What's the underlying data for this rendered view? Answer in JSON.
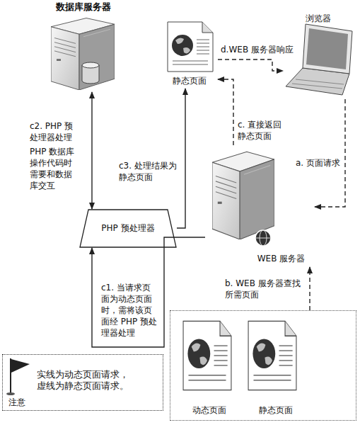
{
  "diagram": {
    "nodes": [
      {
        "text": [
          "数据库服务器"
        ]
      },
      {
        "text": [
          "静态页面"
        ]
      },
      {
        "text": [
          "浏览器"
        ]
      },
      {
        "text": [
          "PHP 预处理器"
        ]
      },
      {
        "text": [
          "WEB 服务器"
        ]
      },
      {
        "text": []
      },
      {
        "text": [
          "动态页面"
        ],
        "in": 5
      },
      {
        "text": [
          "静态页面"
        ],
        "in": 5
      },
      {
        "text": [
          "注意",
          "实线为动态页面请求，虚线为静态页面请求。"
        ]
      }
    ],
    "edges": [
      {
        "from": 0,
        "to": 3,
        "arrow": "both",
        "label": "c2. PHP 预处理器处理"
      },
      {
        "from": 3,
        "to": 1,
        "arrow": "to",
        "label": "c3. 处理结果为静态页面"
      },
      {
        "from": 4,
        "to": 1,
        "arrow": "to",
        "label": "c. 直接返回静态页面"
      },
      {
        "from": 1,
        "to": 2,
        "arrow": "to",
        "label": "d.WEB 服务器响应"
      },
      {
        "from": 2,
        "to": 4,
        "arrow": "to",
        "label": "a. 页面请求"
      },
      {
        "from": 5,
        "to": 4,
        "arrow": "to",
        "label": "b. WEB 服务器查找所需页面"
      },
      {
        "from": 4,
        "to": 3,
        "arrow": "to",
        "label": "c1. 当请求页面为动态页面时，需将该页面经 PHP 预处理器处理"
      }
    ],
    "labels": [
      "PHP 数据库操作代码时需要和数据库交互"
    ]
  }
}
